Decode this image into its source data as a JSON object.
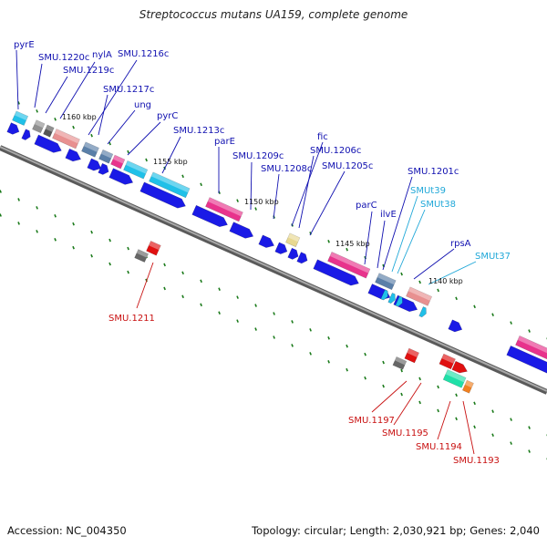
{
  "title": "Streptococcus mutans UA159, complete genome",
  "footer": {
    "accession": "Accession: NC_004350",
    "summary": "Topology: circular; Length: 2,030,921 bp; Genes: 2,040"
  },
  "colors": {
    "blue_gene": "#1a1ae6",
    "cyan_gene": "#20c0e8",
    "pink_gene": "#e8338c",
    "salmon_gene": "#e89090",
    "steel_gene": "#5a7fa8",
    "gray_gene": "#909090",
    "red_gene": "#e01010",
    "label_blue": "#1010b0",
    "label_cyan": "#20a8d8",
    "label_red": "#c81010",
    "tick_green": "#1a7a1a",
    "backbone": "#8a8a8a"
  },
  "position_labels": [
    "1160 kbp",
    "1155 kbp",
    "1150 kbp",
    "1145 kbp",
    "1140 kbp"
  ],
  "gene_labels_top": [
    {
      "text": "pyrE",
      "color": "blue"
    },
    {
      "text": "SMU.1220c",
      "color": "blue"
    },
    {
      "text": "nylA",
      "color": "blue"
    },
    {
      "text": "SMU.1219c",
      "color": "blue"
    },
    {
      "text": "SMU.1216c",
      "color": "blue"
    },
    {
      "text": "SMU.1217c",
      "color": "blue"
    },
    {
      "text": "ung",
      "color": "blue"
    },
    {
      "text": "pyrC",
      "color": "blue"
    },
    {
      "text": "SMU.1213c",
      "color": "blue"
    },
    {
      "text": "parE",
      "color": "blue"
    },
    {
      "text": "SMU.1209c",
      "color": "blue"
    },
    {
      "text": "fic",
      "color": "blue"
    },
    {
      "text": "SMU.1206c",
      "color": "blue"
    },
    {
      "text": "SMU.1208c",
      "color": "blue"
    },
    {
      "text": "SMU.1205c",
      "color": "blue"
    },
    {
      "text": "SMU.1201c",
      "color": "blue"
    },
    {
      "text": "SMUt39",
      "color": "cyan"
    },
    {
      "text": "SMUt38",
      "color": "cyan"
    },
    {
      "text": "parC",
      "color": "blue"
    },
    {
      "text": "ilvE",
      "color": "blue"
    },
    {
      "text": "rpsA",
      "color": "blue"
    },
    {
      "text": "SMUt37",
      "color": "cyan"
    }
  ],
  "gene_labels_bottom": [
    {
      "text": "SMU.1211",
      "color": "red"
    },
    {
      "text": "SMU.1197",
      "color": "red"
    },
    {
      "text": "SMU.1195",
      "color": "red"
    },
    {
      "text": "SMU.1194",
      "color": "red"
    },
    {
      "text": "SMU.1193",
      "color": "red"
    }
  ]
}
